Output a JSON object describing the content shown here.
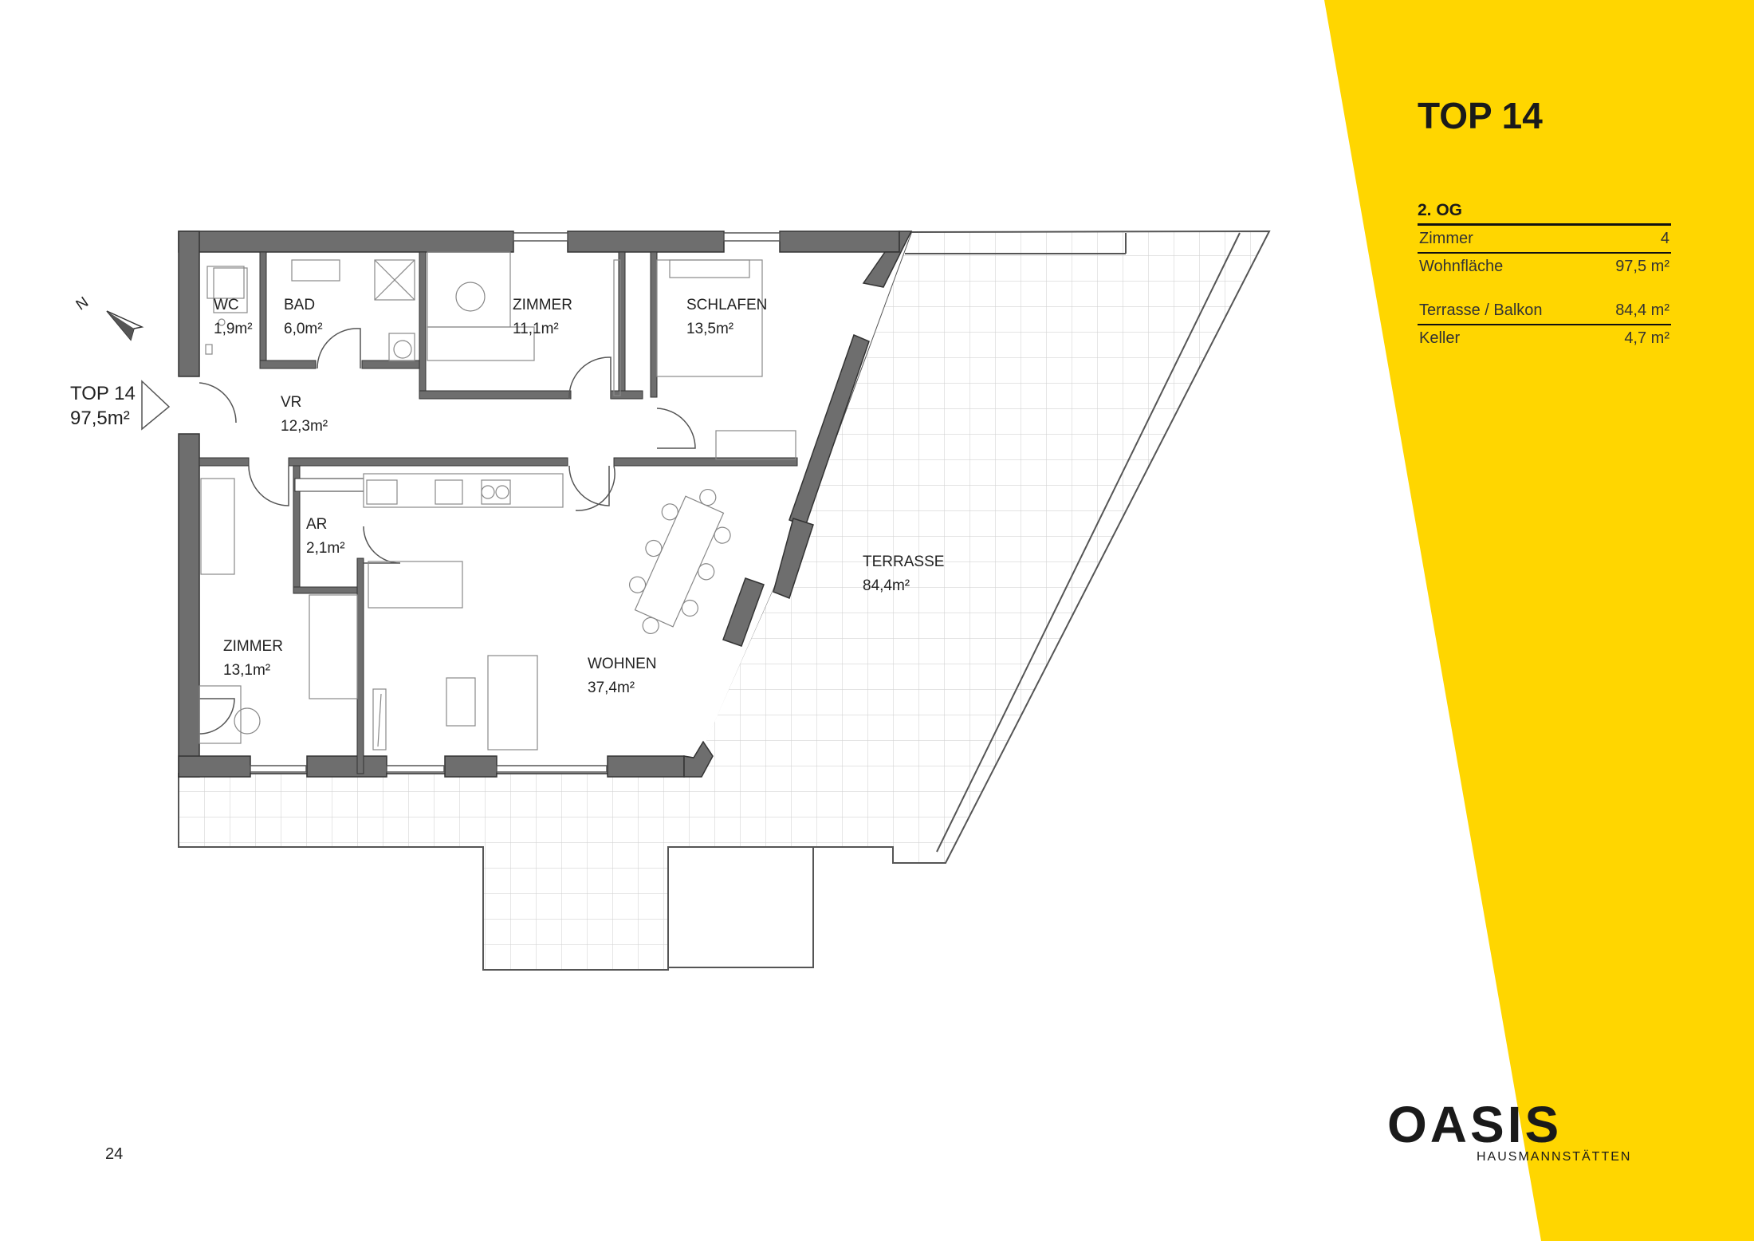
{
  "header": {
    "title": "TOP 14"
  },
  "info_table": {
    "floor": "2. OG",
    "rows": [
      {
        "label": "Zimmer",
        "value": "4"
      },
      {
        "label": "Wohnfläche",
        "value": "97,5 m²"
      },
      {
        "label": "Terrasse / Balkon",
        "value": "84,4 m²"
      },
      {
        "label": "Keller",
        "value": "4,7 m²"
      }
    ]
  },
  "unit_label": {
    "name": "TOP 14",
    "area": "97,5m²"
  },
  "compass": {
    "letter": "N"
  },
  "rooms": {
    "wc": {
      "name": "WC",
      "area": "1,9m²"
    },
    "bad": {
      "name": "BAD",
      "area": "6,0m²"
    },
    "zimmer1": {
      "name": "ZIMMER",
      "area": "11,1m²"
    },
    "schlafen": {
      "name": "SCHLAFEN",
      "area": "13,5m²"
    },
    "vr": {
      "name": "VR",
      "area": "12,3m²"
    },
    "ar": {
      "name": "AR",
      "area": "2,1m²"
    },
    "zimmer2": {
      "name": "ZIMMER",
      "area": "13,1m²"
    },
    "wohnen": {
      "name": "WOHNEN",
      "area": "37,4m²"
    },
    "terrasse": {
      "name": "TERRASSE",
      "area": "84,4m²"
    }
  },
  "footer": {
    "page_number": "24"
  },
  "logo": {
    "brand": "OASIS",
    "sub": "HAUSMANNSTÄTTEN"
  },
  "colors": {
    "accent": "#FFD600",
    "wall": "#6e6e6e",
    "grid": "#d4d4d4"
  }
}
